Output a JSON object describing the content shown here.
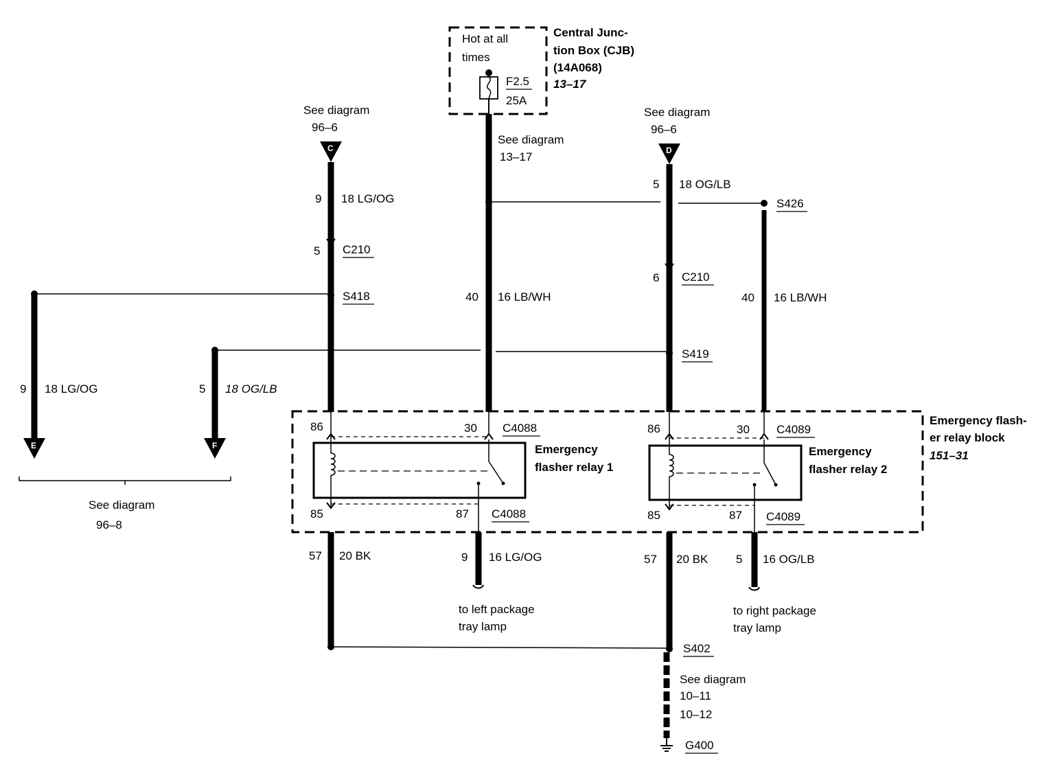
{
  "cjb": {
    "hot": "Hot at all",
    "times": "times",
    "title1": "Central Junc-",
    "title2": "tion Box (CJB)",
    "title3": "(14A068)",
    "ref": "13–17",
    "fuse": "F2.5",
    "amps": "25A"
  },
  "left_ref": {
    "see": "See diagram",
    "num": "96–6",
    "conn": "C"
  },
  "right_ref": {
    "see": "See diagram",
    "num": "96–6",
    "conn": "D"
  },
  "center_ref": {
    "see": "See diagram",
    "num": "13–17"
  },
  "wires": {
    "c_pin": "9",
    "c_wire": "18 LG/OG",
    "c210_left_pin": "5",
    "c210_left": "C210",
    "s418": "S418",
    "center_pin": "40",
    "center_wire": "16 LB/WH",
    "d_pin": "5",
    "d_wire": "18 OG/LB",
    "s426": "S426",
    "c210_right_pin": "6",
    "c210_right": "C210",
    "right_pin": "40",
    "right_wire": "16 LB/WH",
    "s419": "S419",
    "e_pin": "9",
    "e_wire": "18 LG/OG",
    "f_pin": "5",
    "f_wire": "18 OG/LB",
    "e_conn": "E",
    "f_conn": "F"
  },
  "bottom_left_ref": {
    "see": "See diagram",
    "num": "96–8"
  },
  "relay_block": {
    "title1": "Emergency flash-",
    "title2": "er relay block",
    "ref": "151–31"
  },
  "relay1": {
    "pin86": "86",
    "pin30": "30",
    "conn_top": "C4088",
    "name1": "Emergency",
    "name2": "flasher relay 1",
    "pin85": "85",
    "pin87": "87",
    "conn_bottom": "C4088"
  },
  "relay2": {
    "pin86": "86",
    "pin30": "30",
    "conn_top": "C4089",
    "name1": "Emergency",
    "name2": "flasher relay 2",
    "pin85": "85",
    "pin87": "87",
    "conn_bottom": "C4089"
  },
  "outputs": {
    "left_gnd_pin": "57",
    "left_gnd_wire": "20 BK",
    "out1_pin": "9",
    "out1_wire": "16 LG/OG",
    "out1_dest1": "to left package",
    "out1_dest2": "tray lamp",
    "right_gnd_pin": "57",
    "right_gnd_wire": "20 BK",
    "out2_pin": "5",
    "out2_wire": "16 OG/LB",
    "out2_dest1": "to right package",
    "out2_dest2": "tray lamp"
  },
  "ground": {
    "splice": "S402",
    "see": "See diagram",
    "ref1": "10–11",
    "ref2": "10–12",
    "g": "G400"
  }
}
